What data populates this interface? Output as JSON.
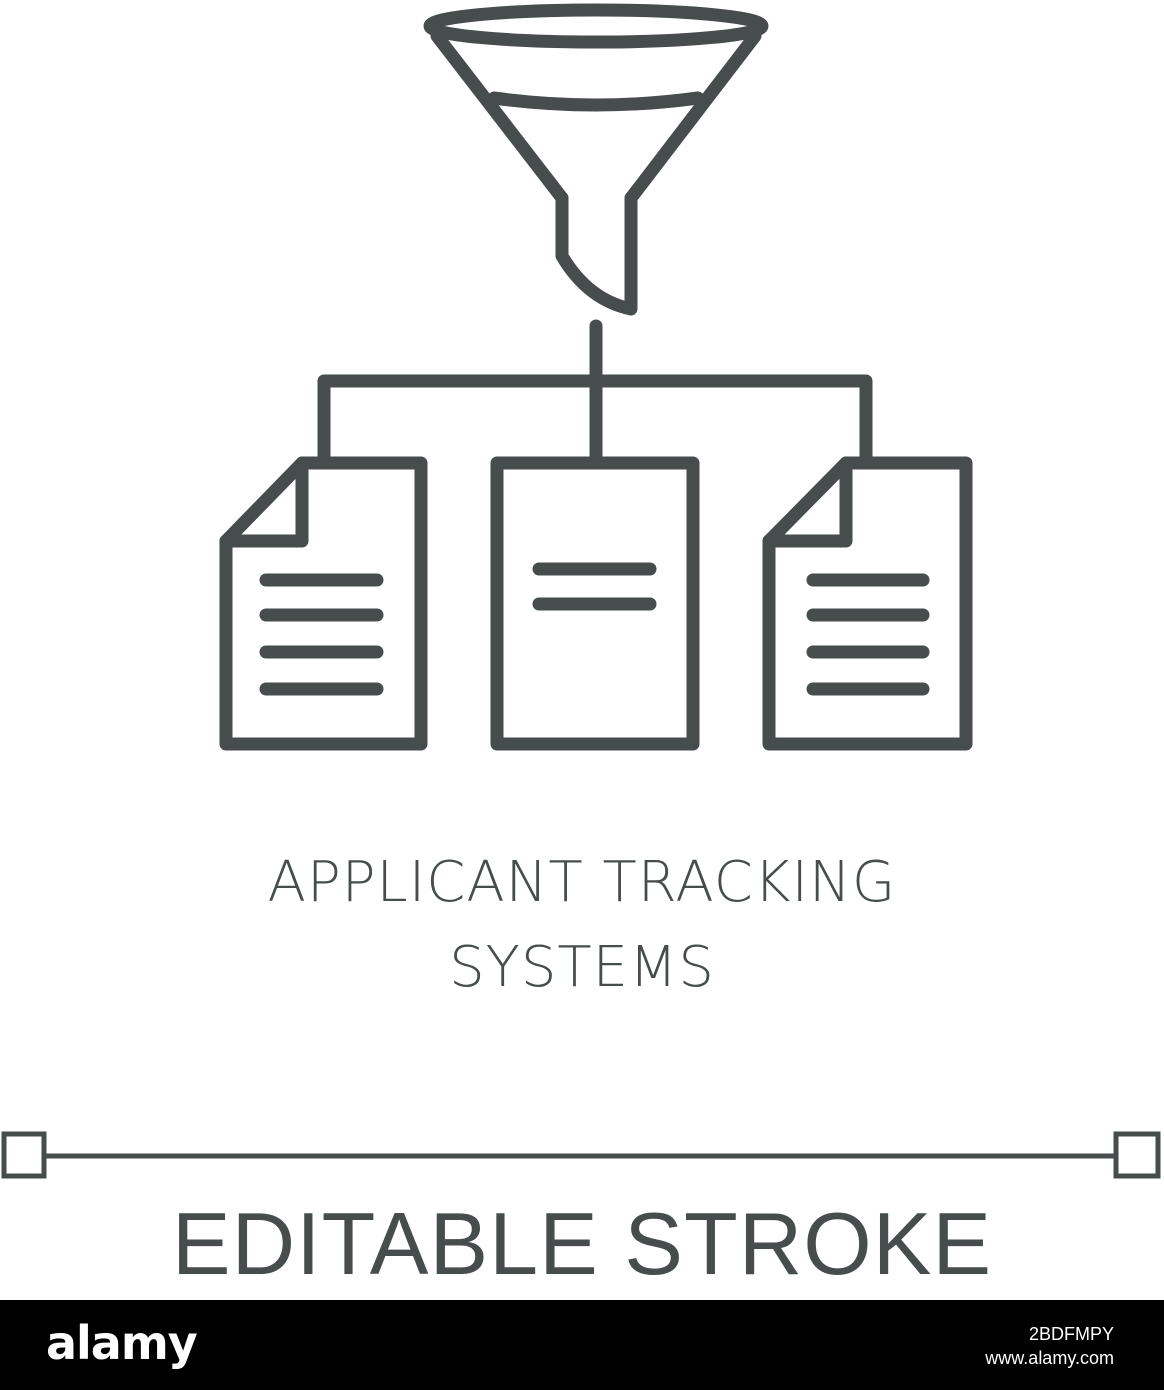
{
  "colors": {
    "stroke": "#474c4c",
    "background": "#ffffff",
    "footer": "#000000",
    "footer_text": "#ffffff"
  },
  "icon": {
    "name": "applicant-tracking-funnel-icon"
  },
  "title": {
    "line1": "APPLICANT TRACKING",
    "line2": "SYSTEMS"
  },
  "editable_stroke": {
    "label": "EDITABLE STROKE"
  },
  "footer": {
    "brand": "alamy",
    "image_id": "2BDFMPY",
    "site": "www.alamy.com"
  }
}
